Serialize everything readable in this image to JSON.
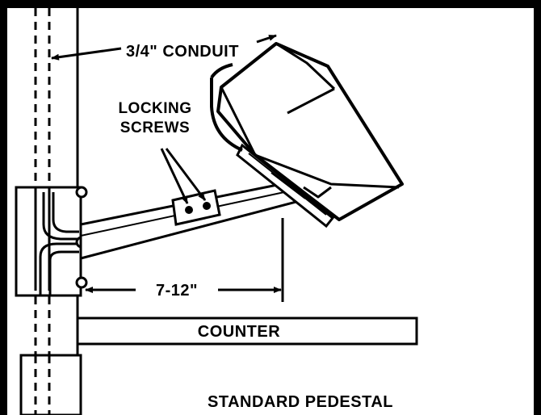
{
  "labels": {
    "conduit": "3/4\" CONDUIT",
    "locking_line1": "LOCKING",
    "locking_line2": "SCREWS",
    "dimension": "7-12\"",
    "counter": "COUNTER",
    "pedestal": "STANDARD PEDESTAL"
  },
  "colors": {
    "ink": "#000000",
    "paper": "#ffffff"
  }
}
